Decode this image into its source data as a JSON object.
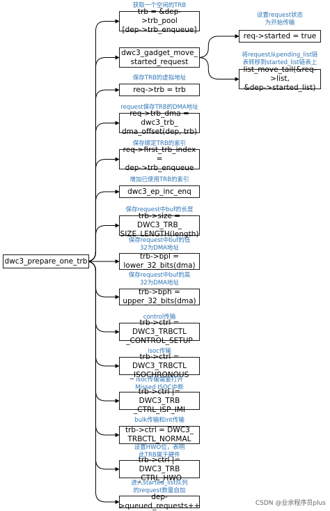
{
  "nodes": [
    {
      "id": "root",
      "label": "dwc3_prepare_one_trb"
    },
    {
      "id": "n1",
      "label": "trb = &dep->trb_pool\n[dep->trb_enqueue]",
      "note": "获取一个空闲的TRB"
    },
    {
      "id": "n2",
      "label": "dwc3_gadget_move_\nstarted_request"
    },
    {
      "id": "n3",
      "label": "req->trb = trb",
      "note": "保存TRB的虚拟地址"
    },
    {
      "id": "n4",
      "label": "req->trb_dma = dwc3_trb_\ndma_offset(dep, trb)",
      "note": "request保存TRB的DMA地址"
    },
    {
      "id": "n5",
      "label": "req->first_trb_index =\ndep->trb_enqueue",
      "note": "保存绑定TRB的索引"
    },
    {
      "id": "n6",
      "label": "dwc3_ep_inc_enq",
      "note": "增加已使用TRB的索引"
    },
    {
      "id": "n7",
      "label": "trb->size = DWC3_TRB_\nSIZE_LENGTH(length)",
      "note": "保存request中buf的长度"
    },
    {
      "id": "n8",
      "label": "trb->bpl =\nlower_32_bits(dma)",
      "note": "保存request中buf的低\n32为DMA地址"
    },
    {
      "id": "n9",
      "label": "trb->bph =\nupper_32_bits(dma)",
      "note": "保存request中buf的高\n32为DMA地址"
    },
    {
      "id": "n10",
      "label": "trb->ctrl = DWC3_TRBCTL\n_CONTROL_SETUP",
      "note": "control传输"
    },
    {
      "id": "n11",
      "label": "trb->ctrl = DWC3_TRBCTL\n_ISOCHRONOUS",
      "note": "isoc传输"
    },
    {
      "id": "n12",
      "label": "trb->ctrl |= DWC3_TRB\n_CTRL_ISP_IMI",
      "note": "isoc传输需要打开\nMissed ISOC中断"
    },
    {
      "id": "n13",
      "label": "trb->ctrl = DWC3_\nTRBCTL_NORMAL",
      "note": "bulk传输和int传输"
    },
    {
      "id": "n14",
      "label": "trb->ctrl |= DWC3_TRB\n_CTRL_HWO",
      "note": "设置HWO位，表明\n此TRB属于硬件"
    },
    {
      "id": "n15",
      "label": "dep->queued_requests++",
      "note": "进入started_list队列\n的request数量自加"
    },
    {
      "id": "s1",
      "label": "req->started = true",
      "note": "设置request状态\n为开始传输"
    },
    {
      "id": "s2",
      "label": "list_move_tail(&req->list,\n&dep->started_list)",
      "note": "将request从pending_list链\n表转移到started_list链表上"
    }
  ],
  "edges": [
    [
      "root",
      "n1"
    ],
    [
      "root",
      "n2"
    ],
    [
      "root",
      "n3"
    ],
    [
      "root",
      "n4"
    ],
    [
      "root",
      "n5"
    ],
    [
      "root",
      "n6"
    ],
    [
      "root",
      "n7"
    ],
    [
      "root",
      "n8"
    ],
    [
      "root",
      "n9"
    ],
    [
      "root",
      "n10"
    ],
    [
      "root",
      "n11"
    ],
    [
      "root",
      "n12"
    ],
    [
      "root",
      "n13"
    ],
    [
      "root",
      "n14"
    ],
    [
      "root",
      "n15"
    ],
    [
      "n2",
      "s1"
    ],
    [
      "n2",
      "s2"
    ]
  ],
  "watermark": "CSDN @业余程序员plus"
}
